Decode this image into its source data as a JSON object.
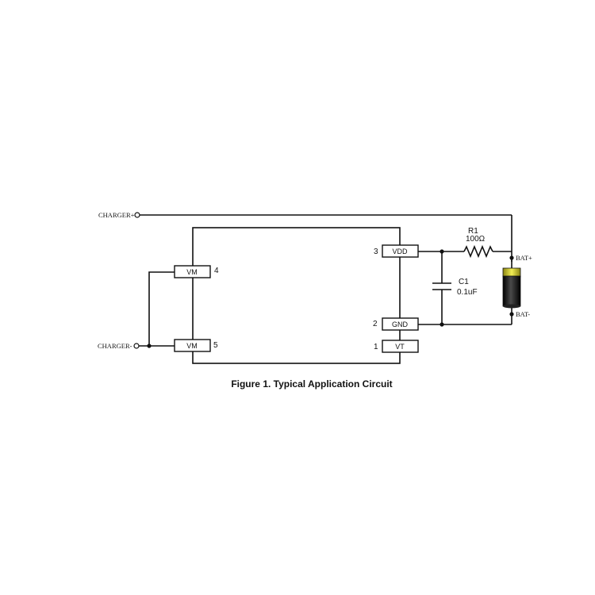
{
  "caption": "Figure 1. Typical Application Circuit",
  "terminals": {
    "charger_plus": "CHARGER+",
    "charger_minus": "CHARGER-",
    "bat_plus": "BAT+",
    "bat_minus": "BAT-"
  },
  "ic_pins": [
    {
      "number": "4",
      "label": "VM"
    },
    {
      "number": "5",
      "label": "VM"
    },
    {
      "number": "3",
      "label": "VDD"
    },
    {
      "number": "2",
      "label": "GND"
    },
    {
      "number": "1",
      "label": "VT"
    }
  ],
  "resistor": {
    "ref": "R1",
    "value": "100Ω"
  },
  "capacitor": {
    "ref": "C1",
    "value": "0.1uF"
  },
  "colors": {
    "battery_top": "#e8e23a",
    "battery_body": "#1a1a1a"
  }
}
